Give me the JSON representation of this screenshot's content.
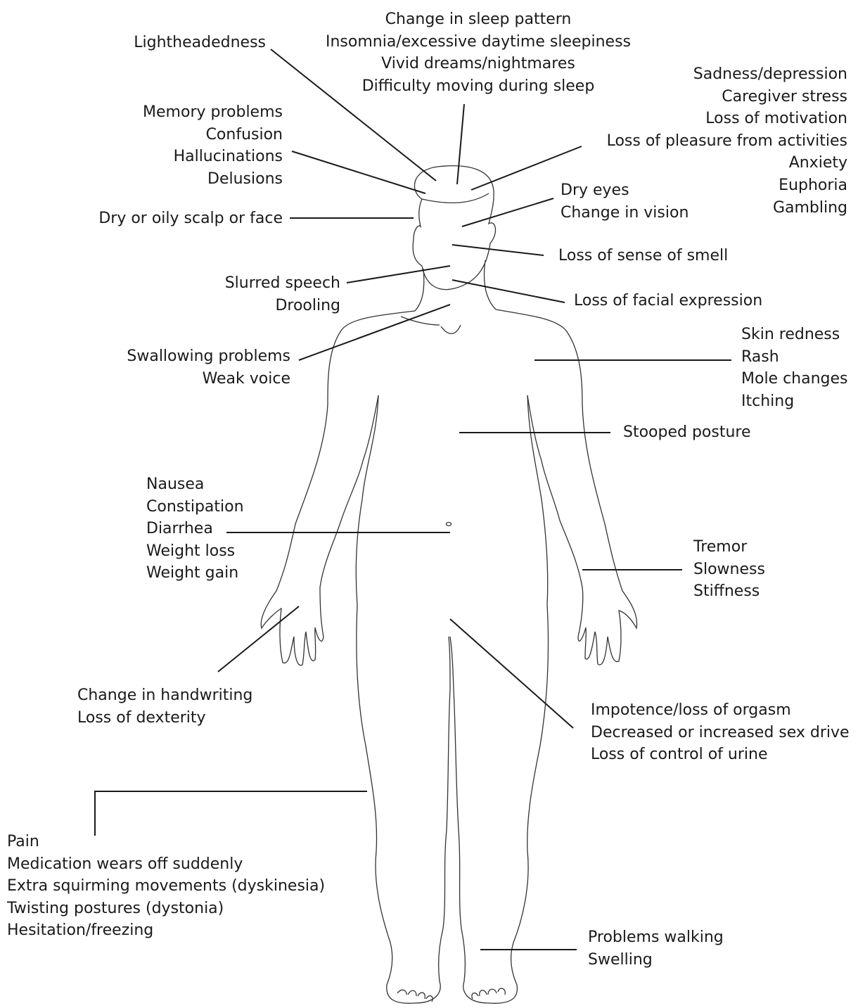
{
  "labels": {
    "sleep": [
      "Change in sleep pattern",
      "Insomnia/excessive daytime sleepiness",
      "Vivid dreams/nightmares",
      "Difficulty moving during sleep"
    ],
    "lightheaded": [
      "Lightheadedness"
    ],
    "mood": [
      "Sadness/depression",
      "Caregiver stress",
      "Loss of motivation",
      "Loss of pleasure from activities",
      "Anxiety",
      "Euphoria",
      "Gambling"
    ],
    "cognition": [
      "Memory problems",
      "Confusion",
      "Hallucinations",
      "Delusions"
    ],
    "eyes": [
      "Dry eyes",
      "Change in vision"
    ],
    "scalp": [
      "Dry or oily scalp or face"
    ],
    "smell": [
      "Loss of sense of smell"
    ],
    "speech": [
      "Slurred speech",
      "Drooling"
    ],
    "facial": [
      "Loss of facial expression"
    ],
    "skin": [
      "Skin redness",
      "Rash",
      "Mole changes",
      "Itching"
    ],
    "swallow": [
      "Swallowing problems",
      "Weak voice"
    ],
    "posture": [
      "Stooped posture"
    ],
    "gi": [
      "Nausea",
      "Constipation",
      "Diarrhea",
      "Weight loss",
      "Weight gain"
    ],
    "tremor": [
      "Tremor",
      "Slowness",
      "Stiffness"
    ],
    "hand": [
      "Change in handwriting",
      "Loss of dexterity"
    ],
    "sexual": [
      "Impotence/loss of orgasm",
      "Decreased or increased sex drive",
      "Loss of control of urine"
    ],
    "motor": [
      "Pain",
      "Medication wears off suddenly",
      "Extra squirming movements (dyskinesia)",
      "Twisting postures (dystonia)",
      "Hesitation/freezing"
    ],
    "walking": [
      "Problems walking",
      "Swelling"
    ]
  }
}
